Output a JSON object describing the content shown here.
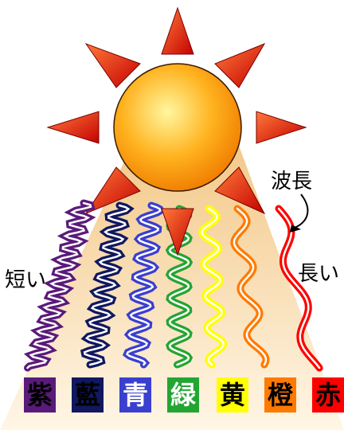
{
  "labels": {
    "wavelength": "波長",
    "short": "短い",
    "long": "長い"
  },
  "colors": {
    "sun_core": "#fff7a0",
    "sun_mid": "#ffb21e",
    "sun_edge": "#f07c00",
    "ray_light": "#ff7a3a",
    "ray_dark": "#c40000",
    "beam_top": "#f3c98a",
    "beam_bottom": "#fff6e6"
  },
  "bands": [
    {
      "kanji": "紫",
      "color": "#5a1a7a",
      "text_color": "#000000"
    },
    {
      "kanji": "藍",
      "color": "#11185f",
      "text_color": "#000000"
    },
    {
      "kanji": "青",
      "color": "#3a3fcf",
      "text_color": "#ffffff"
    },
    {
      "kanji": "緑",
      "color": "#23a532",
      "text_color": "#ffffff"
    },
    {
      "kanji": "黄",
      "color": "#ffff00",
      "text_color": "#000000"
    },
    {
      "kanji": "橙",
      "color": "#ff7a00",
      "text_color": "#000000"
    },
    {
      "kanji": "赤",
      "color": "#ff0000",
      "text_color": "#000000"
    }
  ]
}
